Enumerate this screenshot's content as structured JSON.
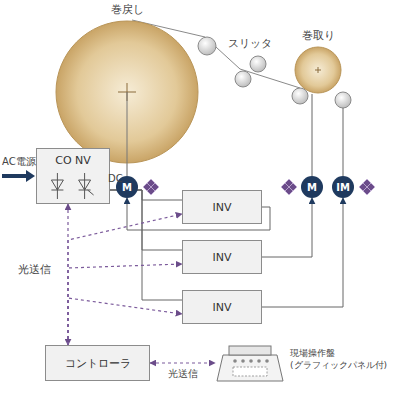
{
  "diagram": {
    "nodes": [
      {
        "text": [
          "巻戻し"
        ]
      },
      {
        "text": [
          "巻取り"
        ]
      },
      {
        "text": [
          "M"
        ]
      },
      {
        "text": [
          "M"
        ]
      },
      {
        "text": [
          "IM"
        ]
      },
      {
        "text": [
          "CO NV"
        ]
      },
      {
        "text": [
          "INV"
        ]
      },
      {
        "text": [
          "INV"
        ]
      },
      {
        "text": [
          "INV"
        ]
      },
      {
        "text": [
          "コントローラ"
        ]
      },
      {
        "text": [
          "現場操作盤 (グラフィックパネル付)"
        ]
      }
    ],
    "edges": [
      {
        "from": 2,
        "to": 0,
        "arrow": "none"
      },
      {
        "from": 3,
        "to": 1,
        "arrow": "none"
      },
      {
        "from": 5,
        "to": 6,
        "arrow": "none"
      },
      {
        "from": 5,
        "to": 7,
        "arrow": "none"
      },
      {
        "from": 5,
        "to": 8,
        "arrow": "none"
      },
      {
        "from": 6,
        "to": 2,
        "arrow": "to"
      },
      {
        "from": 7,
        "to": 3,
        "arrow": "to"
      },
      {
        "from": 8,
        "to": 4,
        "arrow": "to"
      },
      {
        "from": 9,
        "to": 5,
        "arrow": "both"
      },
      {
        "from": 9,
        "to": 6,
        "arrow": "to"
      },
      {
        "from": 9,
        "to": 7,
        "arrow": "to"
      },
      {
        "from": 9,
        "to": 8,
        "arrow": "to"
      },
      {
        "from": 9,
        "to": 10,
        "label": "光送信",
        "arrow": "both"
      }
    ],
    "labels": [
      "スリッタ",
      "AC電源",
      "DC",
      "光送信"
    ]
  }
}
